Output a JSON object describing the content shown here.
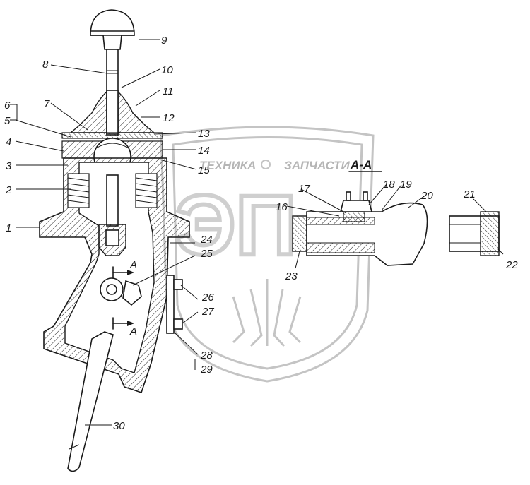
{
  "watermark": {
    "text_left": "ТЕХНИКА",
    "text_right": "ЗАПЧАСТИ",
    "logo_letters": "ЭП"
  },
  "section": {
    "label": "А-А",
    "marker": "А"
  },
  "callouts": [
    {
      "id": "c1",
      "text": "1"
    },
    {
      "id": "c2",
      "text": "2"
    },
    {
      "id": "c3",
      "text": "3"
    },
    {
      "id": "c4",
      "text": "4"
    },
    {
      "id": "c5",
      "text": "5"
    },
    {
      "id": "c6",
      "text": "6"
    },
    {
      "id": "c7",
      "text": "7"
    },
    {
      "id": "c8",
      "text": "8"
    },
    {
      "id": "c9",
      "text": "9"
    },
    {
      "id": "c10",
      "text": "10"
    },
    {
      "id": "c11",
      "text": "11"
    },
    {
      "id": "c12",
      "text": "12"
    },
    {
      "id": "c13",
      "text": "13"
    },
    {
      "id": "c14",
      "text": "14"
    },
    {
      "id": "c15",
      "text": "15"
    },
    {
      "id": "c16",
      "text": "16"
    },
    {
      "id": "c17",
      "text": "17"
    },
    {
      "id": "c18",
      "text": "18"
    },
    {
      "id": "c19",
      "text": "19"
    },
    {
      "id": "c20",
      "text": "20"
    },
    {
      "id": "c21",
      "text": "21"
    },
    {
      "id": "c22",
      "text": "22"
    },
    {
      "id": "c23",
      "text": "23"
    },
    {
      "id": "c24",
      "text": "24"
    },
    {
      "id": "c25",
      "text": "25"
    },
    {
      "id": "c26",
      "text": "26"
    },
    {
      "id": "c27",
      "text": "27"
    },
    {
      "id": "c28",
      "text": "28"
    },
    {
      "id": "c29",
      "text": "29"
    },
    {
      "id": "c30",
      "text": "30"
    }
  ]
}
